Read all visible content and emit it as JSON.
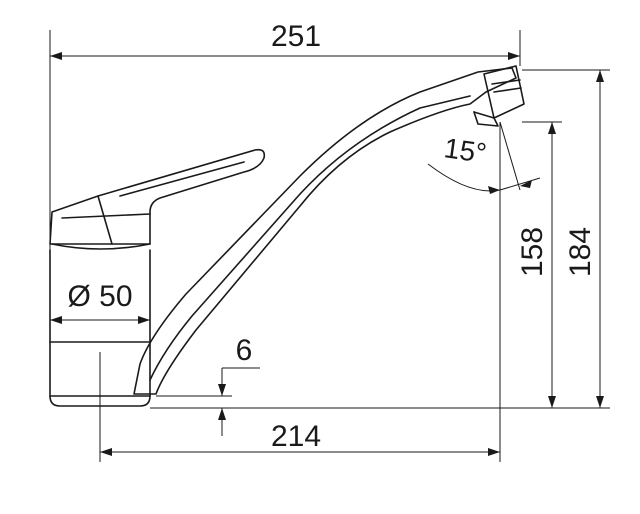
{
  "drawing": {
    "dimensions": {
      "total_length": "251",
      "spout_reach": "214",
      "outlet_height": "158",
      "total_height": "184",
      "body_diameter": "Ø 50",
      "base_thickness": "6",
      "spout_angle": "15°"
    }
  }
}
